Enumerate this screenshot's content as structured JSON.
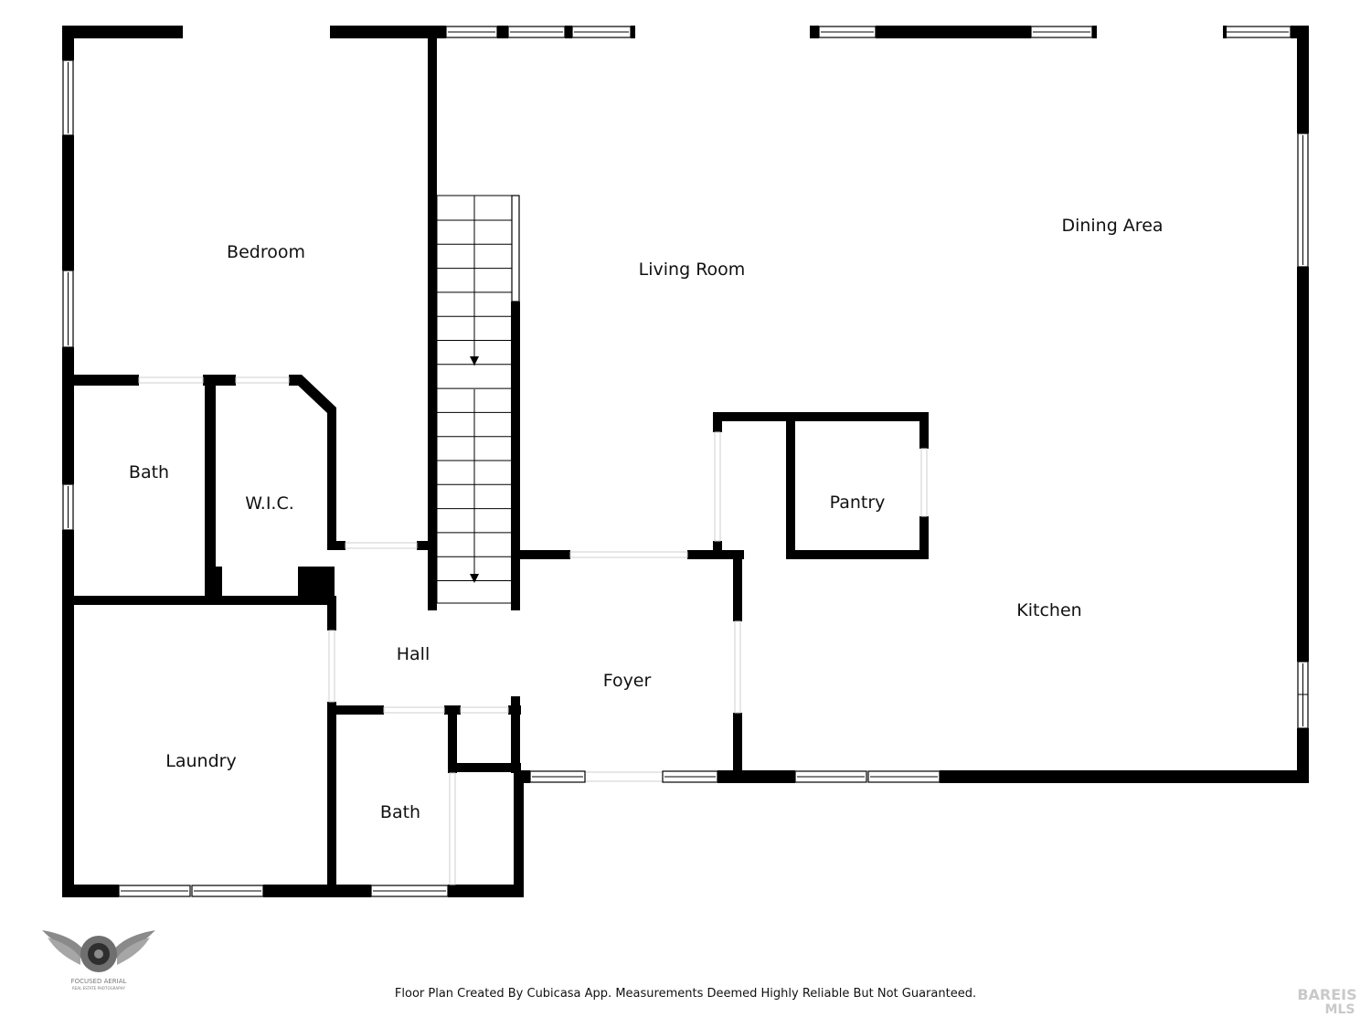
{
  "rooms": {
    "bedroom": "Bedroom",
    "living_room": "Living Room",
    "dining_area": "Dining Area",
    "bath_upper": "Bath",
    "wic": "W.I.C.",
    "pantry": "Pantry",
    "kitchen": "Kitchen",
    "hall": "Hall",
    "foyer": "Foyer",
    "laundry": "Laundry",
    "bath_lower": "Bath"
  },
  "footer": {
    "disclaimer": "Floor Plan Created By Cubicasa App. Measurements Deemed Highly Reliable But Not Guaranteed."
  },
  "logos": {
    "brand_line1": "FOCUSED AERIAL",
    "brand_line2": "REAL ESTATE PHOTOGRAPHY",
    "mls_line1": "BAREIS",
    "mls_line2": "MLS"
  },
  "colors": {
    "wall": "#000000",
    "background": "#ffffff",
    "logo_gray": "#7a7a7a"
  }
}
